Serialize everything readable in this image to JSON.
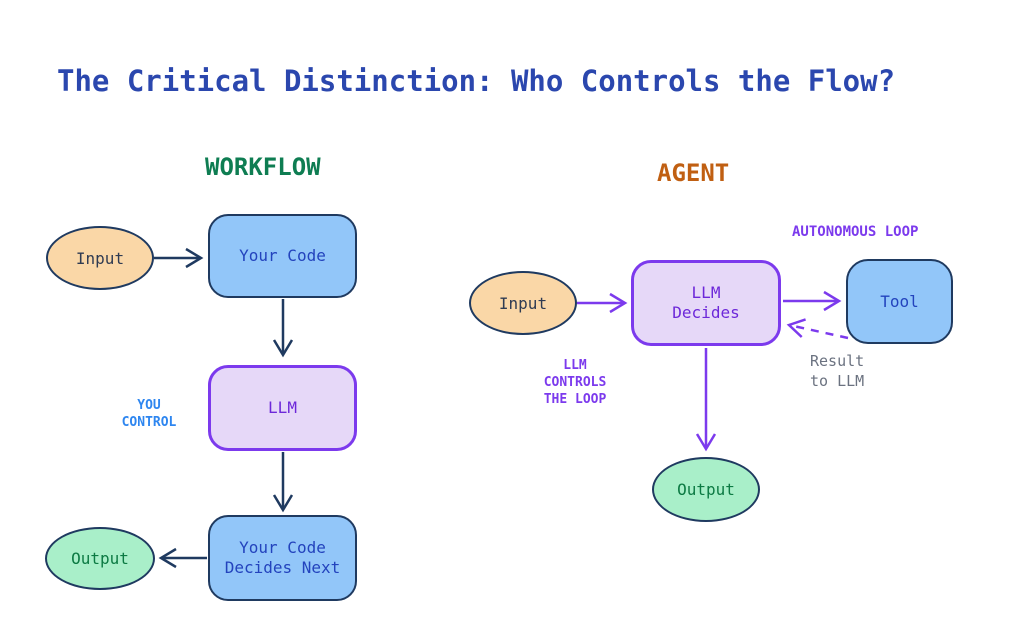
{
  "title": "The Critical Distinction: Who Controls the Flow?",
  "colors": {
    "title_blue": "#2b47ae",
    "workflow_green": "#0e7d52",
    "agent_orange": "#c05f12",
    "navy_stroke": "#1f3a60",
    "purple_stroke": "#7c3aed",
    "blue_node_fill": "#92c6f9",
    "purple_node_fill": "#e6d8f8",
    "orange_node_fill": "#fad7a7",
    "mint_node_fill": "#a9efc9",
    "blue_node_text": "#2343bd",
    "purple_node_text": "#6d28d9",
    "green_node_text": "#0c7a43",
    "control_note_blue": "#2e86f0",
    "result_note_gray": "#6b7280"
  },
  "workflow": {
    "heading": "WORKFLOW",
    "input": "Input",
    "your_code": "Your Code",
    "llm": "LLM",
    "decides_line1": "Your Code",
    "decides_line2": "Decides Next",
    "output": "Output",
    "control_line1": "YOU",
    "control_line2": "CONTROL"
  },
  "agent": {
    "heading": "AGENT",
    "loop_label": "AUTONOMOUS LOOP",
    "input": "Input",
    "llm_line1": "LLM",
    "llm_line2": "Decides",
    "tool": "Tool",
    "output": "Output",
    "controls_line1": "LLM",
    "controls_line2": "CONTROLS",
    "controls_line3": "THE LOOP",
    "result_line1": "Result",
    "result_line2": "to LLM"
  }
}
